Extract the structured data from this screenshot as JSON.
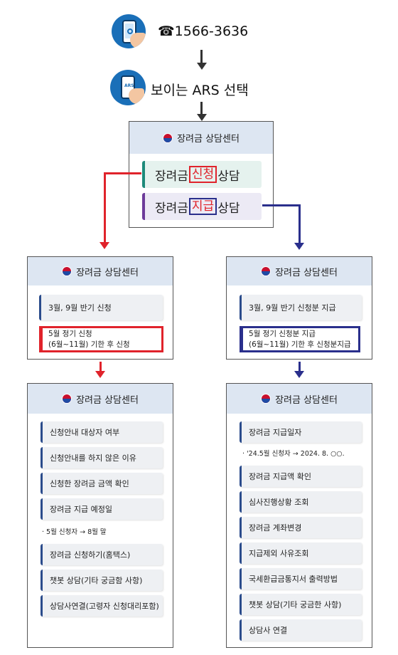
{
  "steps": {
    "phone_label": "☎1566-3636",
    "ars_label": "보이는 ARS 선택",
    "ars_icon_text": "ARS"
  },
  "center_panel": {
    "title": "장려금 상담센터",
    "items": [
      {
        "prefix": "장려금 ",
        "highlight": "신청",
        "suffix": "상담"
      },
      {
        "prefix": "장려금 ",
        "highlight": "지급",
        "suffix": "상담"
      }
    ]
  },
  "apply_panel": {
    "title": "장려금 상담센터",
    "item1": "3월, 9월 반기 신청",
    "item2_line1": "5월 정기 신청",
    "item2_line2": "(6월~11월) 기한 후 신청"
  },
  "pay_panel": {
    "title": "장려금 상담센터",
    "item1": "3월, 9월 반기 신청분 지급",
    "item2_line1": "5월 정기 신청분 지급",
    "item2_line2": "(6월~11월) 기한 후 신청분지급"
  },
  "apply_menu": {
    "title": "장려금 상담센터",
    "items": [
      "신청안내 대상자 여부",
      "신청안내를 하지 않은 이유",
      "신청한 장려금 금액 확인",
      "장려금 지급 예정일",
      "장려금 신청하기(홈택스)",
      "챗봇 상담(기타 궁금함 사항)",
      "상담사연결(고령자 신청대리포함)"
    ],
    "note": "· 5월 신청자 → 8월 말"
  },
  "pay_menu": {
    "title": "장려금 상담센터",
    "items": [
      "장려금 지급일자",
      "장려금  지급액 확인",
      "심사진행상황 조회",
      "장려금 계좌변경",
      "지급제외 사유조회",
      "국세환급금통지서 출력방법",
      "챗봇 상담(기타 궁금한 사항)",
      "상담사 연결"
    ],
    "note": "· '24.5월 신청자 → 2024. 8. ○○."
  },
  "colors": {
    "apply_accent": "#e0232b",
    "pay_accent": "#2a2f8c",
    "header_bg": "#dde6f2",
    "icon_blue": "#1a6fb8"
  }
}
